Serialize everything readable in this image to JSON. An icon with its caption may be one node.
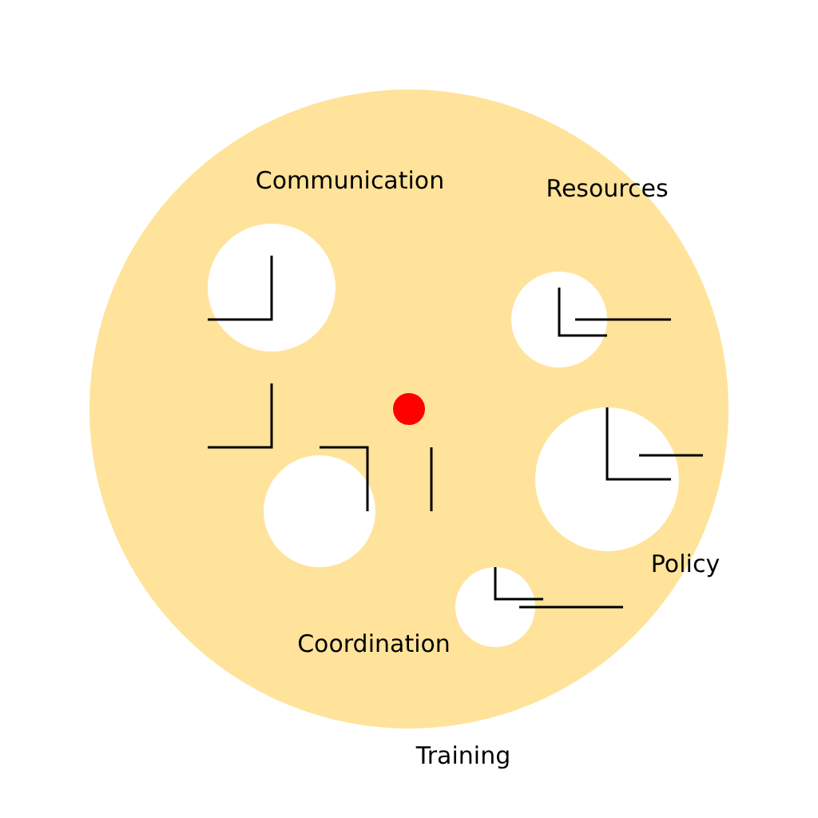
{
  "diagram": {
    "labels": [
      "Communication",
      "Resources",
      "Policy",
      "Coordination",
      "Training"
    ]
  }
}
